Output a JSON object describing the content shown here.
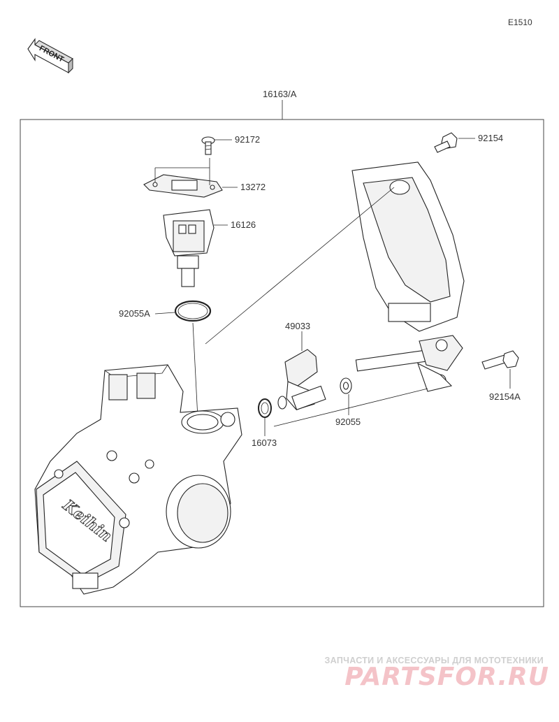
{
  "diagram_code": "E1510",
  "front_label": "FRONT",
  "assembly_label": "16163/A",
  "parts": {
    "p92172": "92172",
    "p13272": "13272",
    "p16126": "16126",
    "p92055A": "92055A",
    "p49033": "49033",
    "p92055": "92055",
    "p16073": "16073",
    "p92154": "92154",
    "p92154A": "92154A"
  },
  "body_logo": "Keihin",
  "watermark": {
    "tagline": "ЗАПЧАСТИ И АКСЕССУАРЫ ДЛЯ МОТОТЕХНИКИ",
    "brand": "PARTSFOR.RU"
  }
}
